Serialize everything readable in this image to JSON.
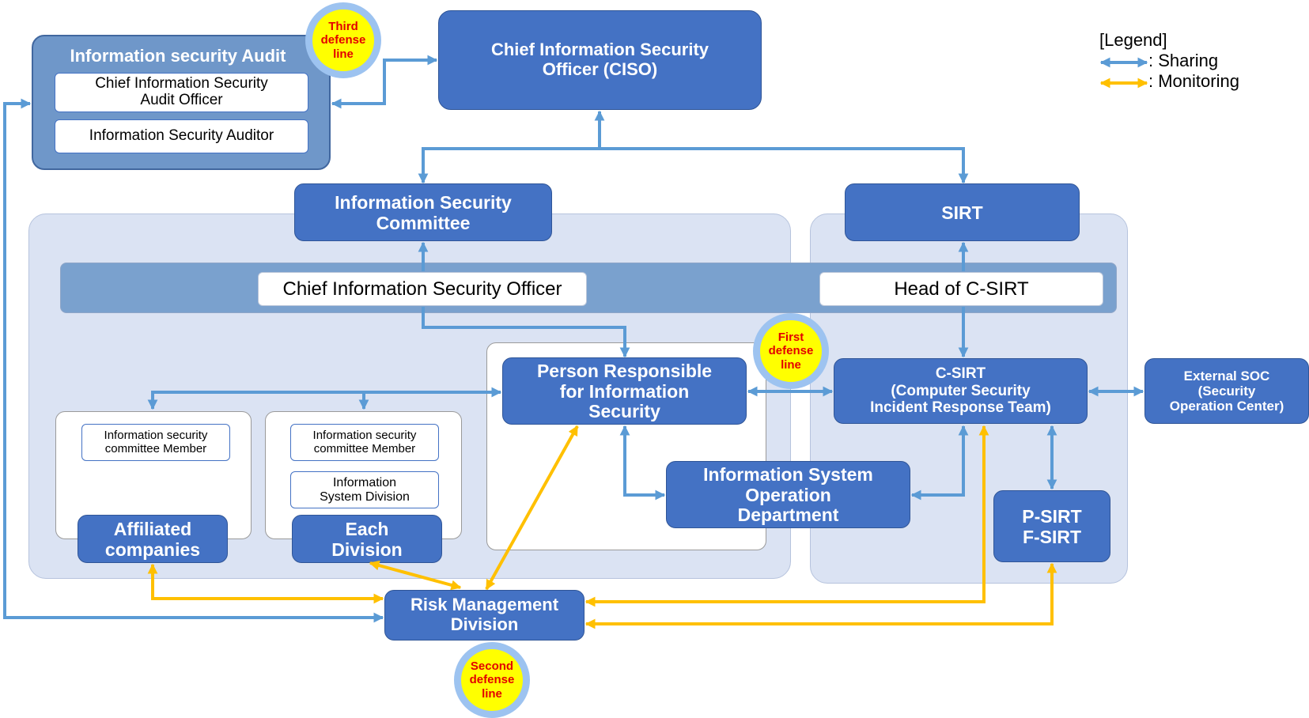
{
  "legend": {
    "title": "[Legend]",
    "sharing": ": Sharing",
    "monitoring": ": Monitoring"
  },
  "colors": {
    "sharing_arrow": "#5b9bd5",
    "monitoring_arrow": "#ffc000",
    "node_fill": "#4472c4",
    "panel_fill": "#dbe3f3",
    "defense_fill": "#ffff00",
    "defense_text": "#e30000"
  },
  "audit": {
    "title": "Information security Audit",
    "chief_auditor": "Chief Information Security\nAudit Officer",
    "auditor": "Information Security Auditor"
  },
  "defense_lines": {
    "third": "Third\ndefense\nline",
    "first": "First\ndefense\nline",
    "second": "Second\ndefense\nline"
  },
  "nodes": {
    "ciso": "Chief Information Security\nOfficer (CISO)",
    "committee": "Information Security\nCommittee",
    "sirt": "SIRT",
    "person_responsible": "Person Responsible\nfor Information\nSecurity",
    "csirt": "C-SIRT\n(Computer Security\nIncident Response Team)",
    "external_soc": "External SOC\n(Security\nOperation Center)",
    "info_sys_dept": "Information System\nOperation\nDepartment",
    "psirt": "P-SIRT\nF-SIRT",
    "affiliated": "Affiliated\ncompanies",
    "each_division": "Each\nDivision",
    "risk_mgmt": "Risk Management\nDivision"
  },
  "bar": {
    "ciso_officer": "Chief Information Security Officer",
    "head_csirt": "Head of C-SIRT"
  },
  "members": {
    "affiliated_member": "Information security\ncommittee Member",
    "division_member": "Information security\ncommittee Member",
    "division_isd": "Information\nSystem Division"
  }
}
